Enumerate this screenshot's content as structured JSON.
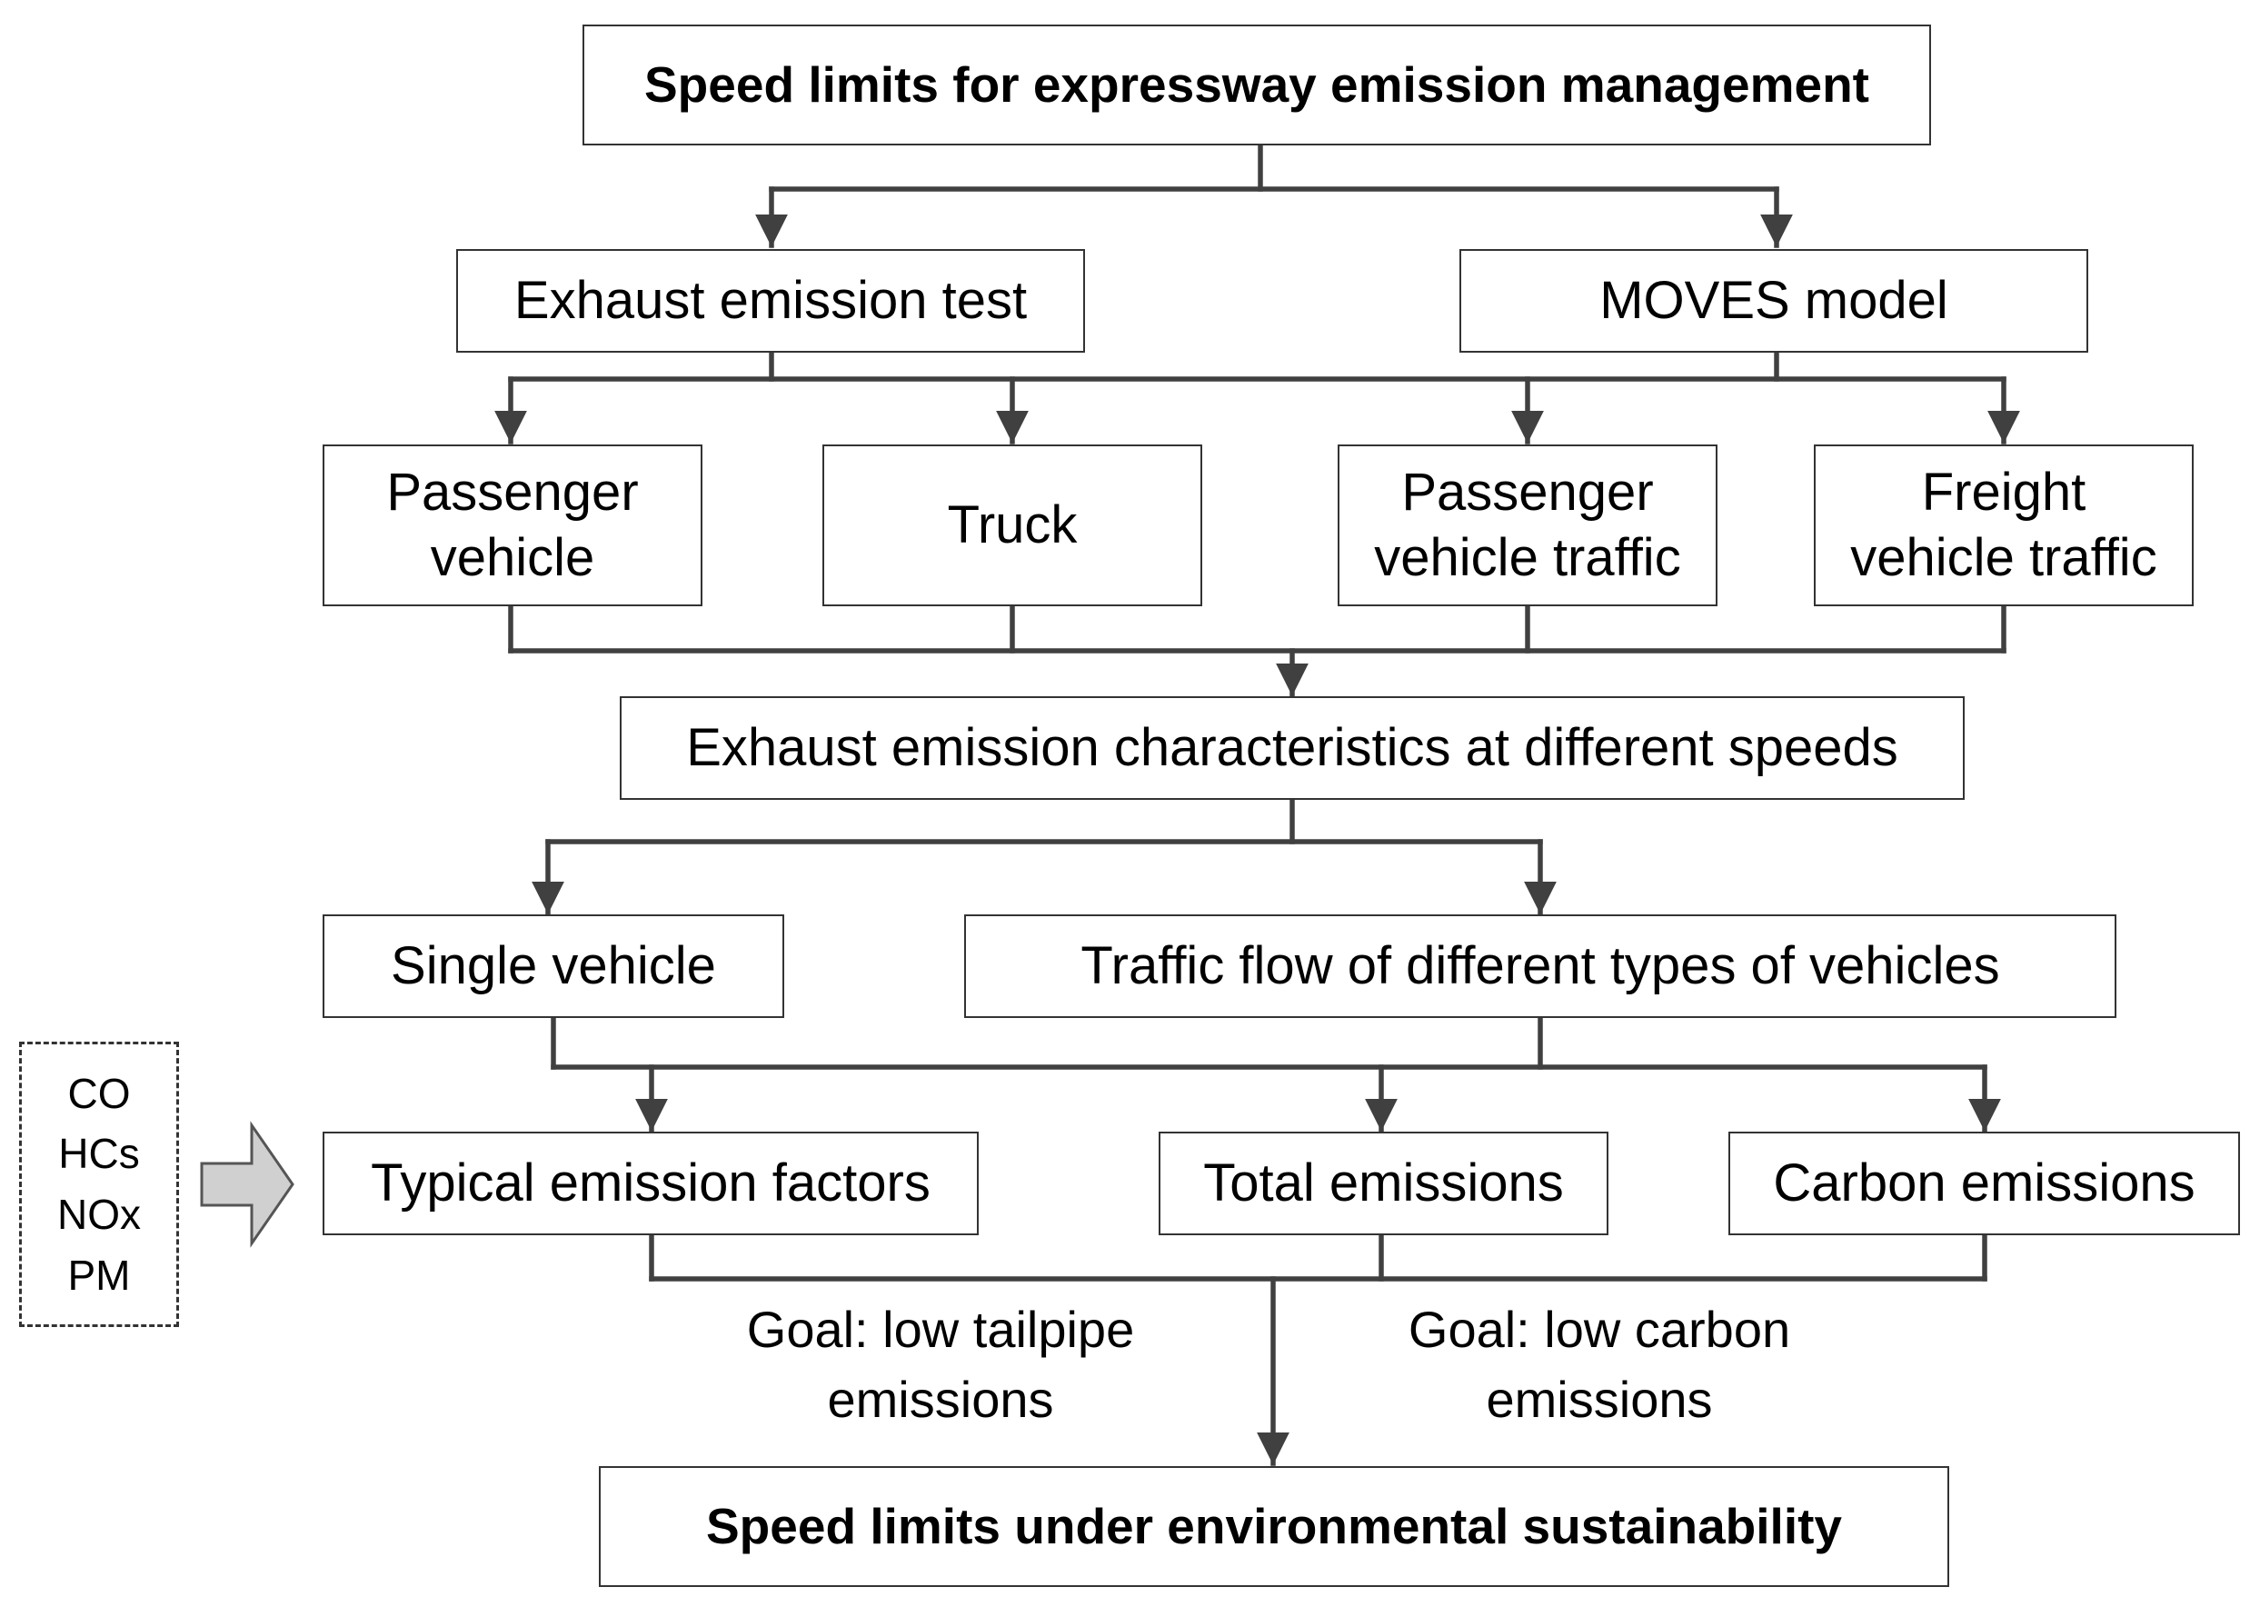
{
  "top": {
    "title": "Speed limits for expressway emission management"
  },
  "methods": {
    "test": "Exhaust emission test",
    "model": "MOVES model"
  },
  "subjects": {
    "passenger": [
      "Passenger",
      "vehicle"
    ],
    "truck": "Truck",
    "passenger_traffic": [
      "Passenger",
      "vehicle traffic"
    ],
    "freight_traffic": [
      "Freight",
      "vehicle traffic"
    ]
  },
  "characteristics": "Exhaust emission characteristics at different speeds",
  "scope": {
    "single": "Single vehicle",
    "flow": "Traffic flow of different types of vehicles"
  },
  "outputs": {
    "factors": "Typical emission factors",
    "total": "Total emissions",
    "carbon": "Carbon emissions"
  },
  "pollutants": [
    "CO",
    "HCs",
    "NOx",
    "PM"
  ],
  "goals": {
    "tailpipe": [
      "Goal: low tailpipe",
      "emissions"
    ],
    "carbon": [
      "Goal: low carbon",
      "emissions"
    ]
  },
  "result": {
    "title": "Speed limits under environmental sustainability"
  },
  "colors": {
    "line": "#404040",
    "border": "#333333",
    "arrow_fill": "#d0d0d0"
  }
}
